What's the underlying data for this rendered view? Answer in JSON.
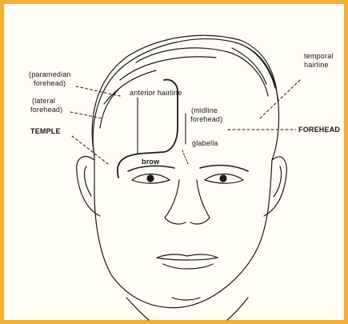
{
  "labels": {
    "paramedian_1": "(paramedian",
    "paramedian_2": "forehead)",
    "lateral_1": "(lateral",
    "lateral_2": "forehead)",
    "temple": "TEMPLE",
    "anterior_hairline": "anterior hairline",
    "midline_1": "(midline",
    "midline_2": "forehead)",
    "glabella": "glabella",
    "brow": "brow",
    "temporal_1": "temporal",
    "temporal_2": "hairline",
    "forehead": "FOREHEAD"
  },
  "colors": {
    "border": "#f2b036",
    "ink": "#1a1a1a",
    "background": "#fffdf6"
  }
}
